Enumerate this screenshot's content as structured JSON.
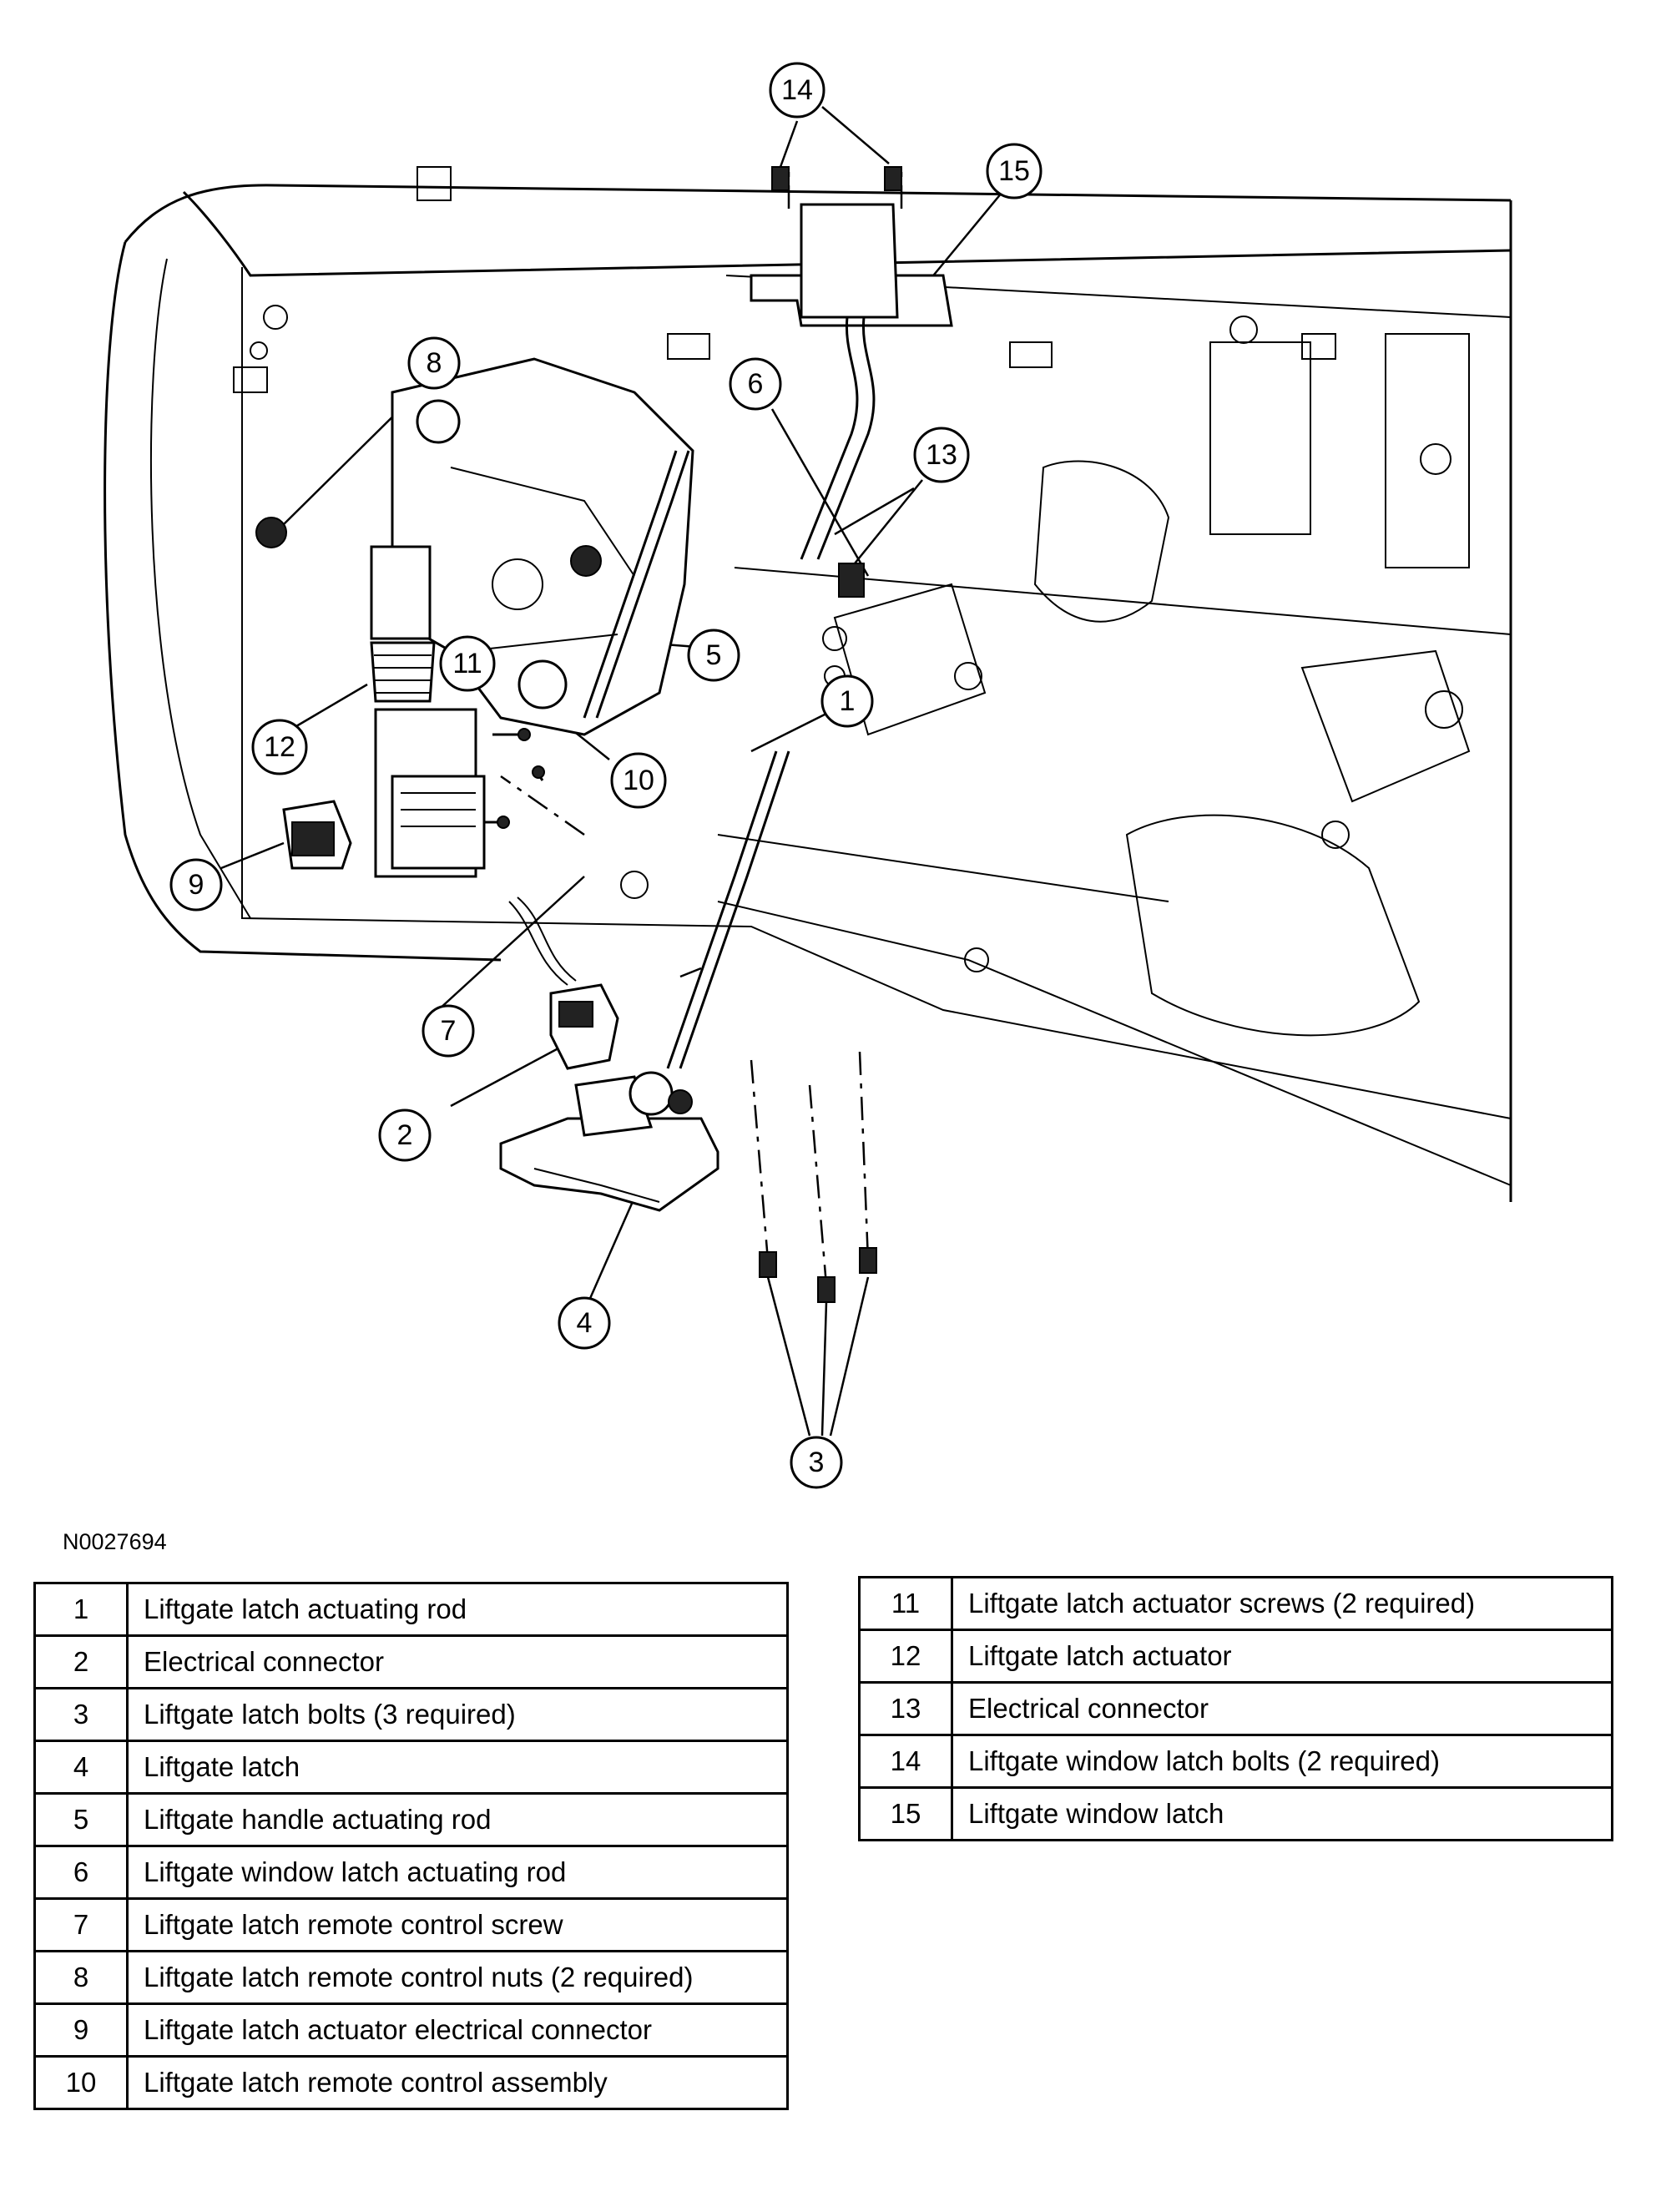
{
  "figure_id": "N0027694",
  "callouts": [
    "1",
    "2",
    "3",
    "4",
    "5",
    "6",
    "7",
    "8",
    "9",
    "10",
    "11",
    "12",
    "13",
    "14",
    "15"
  ],
  "legend_left": [
    {
      "num": "1",
      "desc": "Liftgate latch actuating rod"
    },
    {
      "num": "2",
      "desc": "Electrical connector"
    },
    {
      "num": "3",
      "desc": "Liftgate latch bolts (3 required)"
    },
    {
      "num": "4",
      "desc": "Liftgate latch"
    },
    {
      "num": "5",
      "desc": "Liftgate handle actuating rod"
    },
    {
      "num": "6",
      "desc": "Liftgate window latch actuating rod"
    },
    {
      "num": "7",
      "desc": "Liftgate latch remote control screw"
    },
    {
      "num": "8",
      "desc": "Liftgate latch remote control nuts (2 required)"
    },
    {
      "num": "9",
      "desc": "Liftgate latch actuator electrical connector"
    },
    {
      "num": "10",
      "desc": "Liftgate latch remote control assembly"
    }
  ],
  "legend_right": [
    {
      "num": "11",
      "desc": "Liftgate latch actuator screws (2 required)"
    },
    {
      "num": "12",
      "desc": "Liftgate latch actuator"
    },
    {
      "num": "13",
      "desc": "Electrical connector"
    },
    {
      "num": "14",
      "desc": "Liftgate window latch bolts (2 required)"
    },
    {
      "num": "15",
      "desc": "Liftgate window latch"
    }
  ]
}
